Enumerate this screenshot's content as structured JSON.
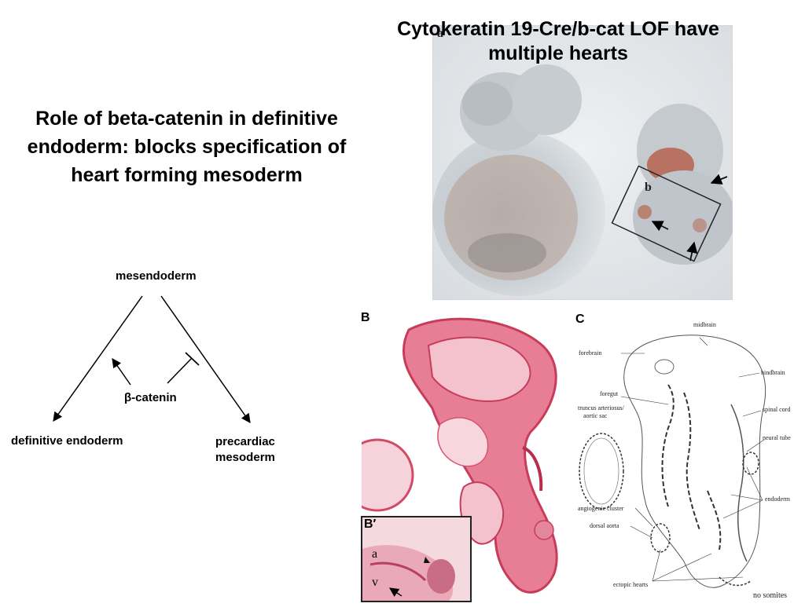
{
  "slide": {
    "title_right": "Cytokeratin 19-Cre/b-cat LOF have multiple hearts",
    "title_left": "Role of beta-catenin in definitive endoderm: blocks specification of heart forming mesoderm"
  },
  "diagram": {
    "top": "mesendoderm",
    "middle": "β-catenin",
    "left": "definitive endoderm",
    "right": "precardiac mesoderm"
  },
  "panels": {
    "a_label": "a",
    "b_inset_label": "b",
    "b_label": "B",
    "b_prime_label": "B′",
    "b_prime_a": "a",
    "b_prime_v": "v",
    "c_label": "C"
  },
  "schematic_labels": {
    "midbrain": "midbrain",
    "forebrain": "forebrain",
    "hindbrain": "hindbrain",
    "foregut": "foregut",
    "truncus": "truncus arteriosus/",
    "aortic_sac": "aortic sac",
    "spinal_cord": "spinal cord",
    "neural_tube": "neural tube",
    "endoderm": "endoderm",
    "angiogenic": "angiogenic cluster",
    "dorsal_aorta": "dorsal aorta",
    "ectopic_hearts": "ectopic hearts",
    "no_somites": "no somites"
  },
  "colors": {
    "photo_bg": "#e4e7ea",
    "histo_pink": "#d24a66",
    "histo_light": "#f2c9d2"
  }
}
